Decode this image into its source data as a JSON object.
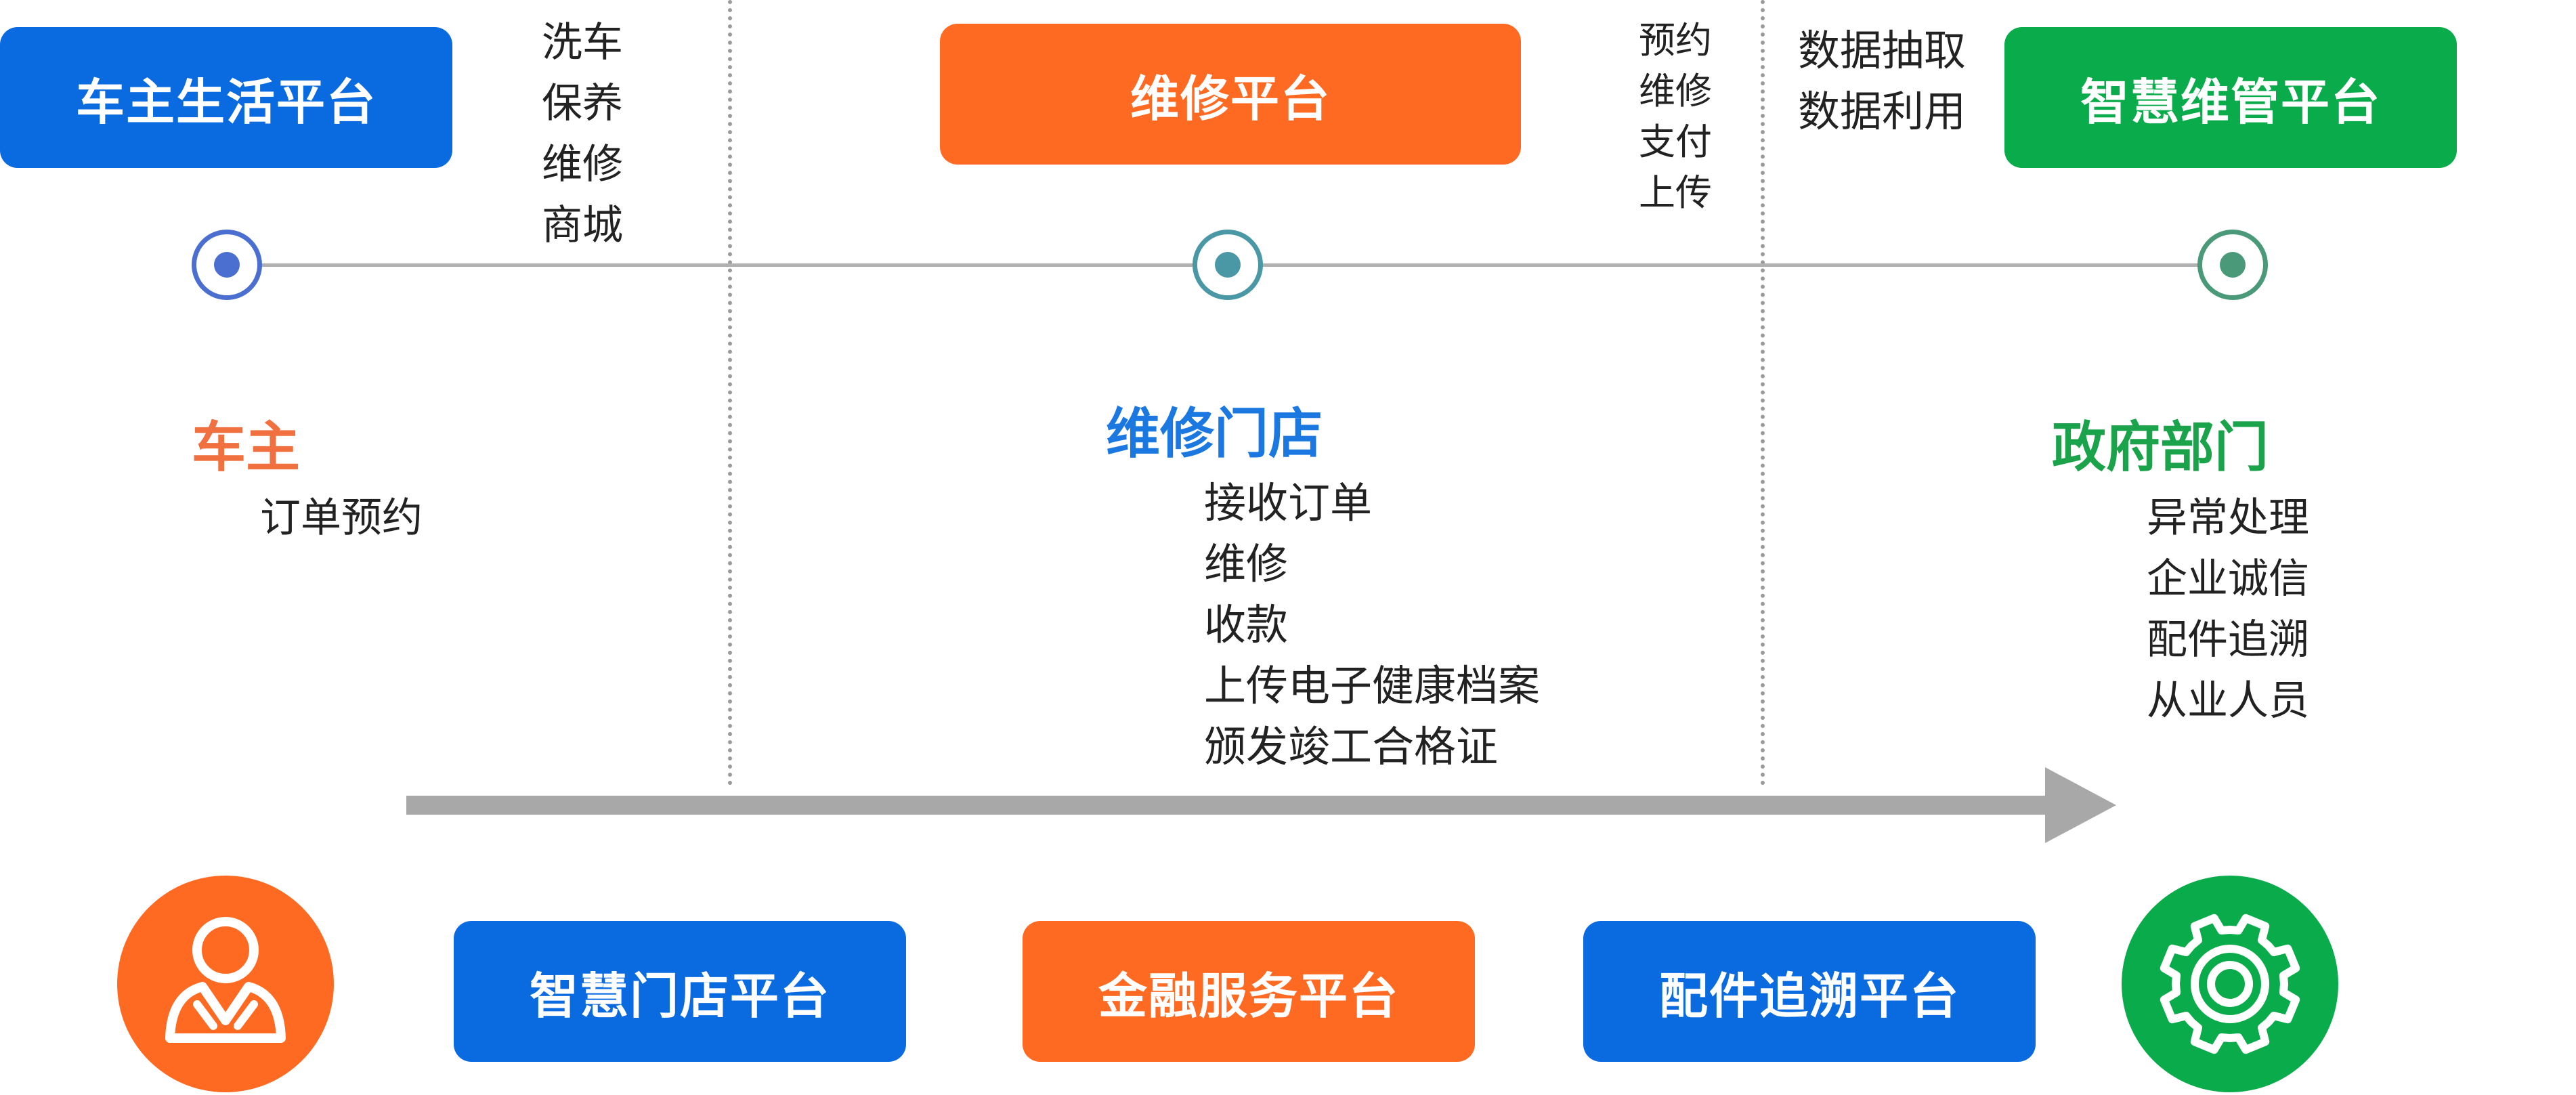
{
  "platforms": {
    "owner_life": "车主生活平台",
    "repair": "维修平台",
    "smart_maintenance": "智慧维管平台",
    "smart_store": "智慧门店平台",
    "finance": "金融服务平台",
    "parts_trace": "配件追溯平台"
  },
  "owner_services": [
    "洗车",
    "保养",
    "维修",
    "商城"
  ],
  "repair_actions": [
    "预约",
    "维修",
    "支付",
    "上传"
  ],
  "data_actions": [
    "数据抽取",
    "数据利用"
  ],
  "roles": {
    "owner": {
      "title": "车主",
      "tasks": [
        "订单预约"
      ]
    },
    "store": {
      "title": "维修门店",
      "tasks": [
        "接收订单",
        "维修",
        "收款",
        "上传电子健康档案",
        "颁发竣工合格证"
      ]
    },
    "gov": {
      "title": "政府部门",
      "tasks": [
        "异常处理",
        "企业诚信",
        "配件追溯",
        "从业人员"
      ]
    }
  },
  "icons": {
    "owner": "user-icon",
    "gov": "gear-icon"
  },
  "colors": {
    "blue": "#0a6ae0",
    "orange": "#ff6a23",
    "green": "#0aab4a",
    "owner_title": "#f07040",
    "store_title": "#1a78e0",
    "gov_title": "#1aa34a"
  }
}
